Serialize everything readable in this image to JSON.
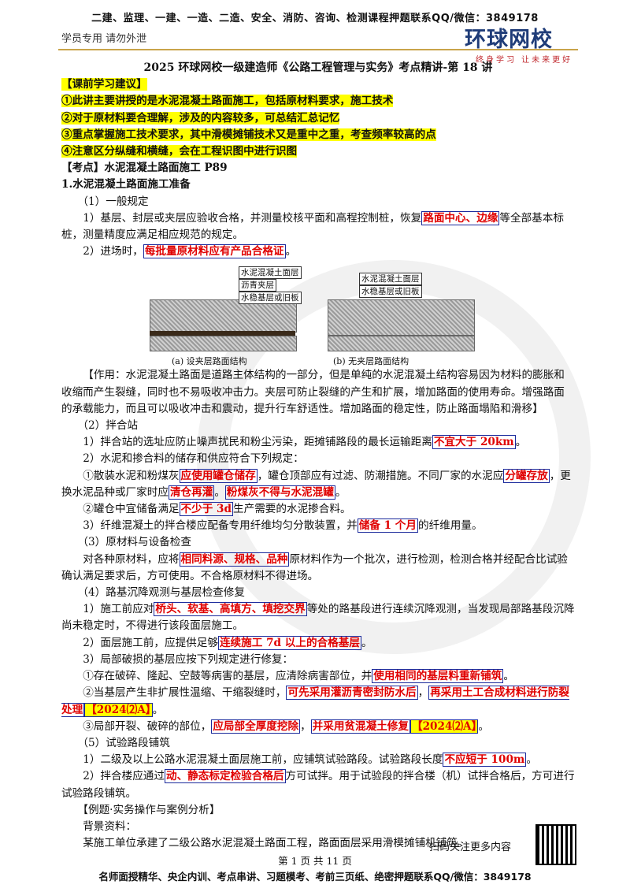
{
  "header": {
    "banner": "二建、监理、一建、一造、二造、安全、消防、咨询、检测课程押题联系QQ/微信：3849178",
    "student_note": "学员专用 请勿外泄",
    "logo_name": "环球网校",
    "logo_slogan": "终身学习 让未来更好"
  },
  "doc": {
    "title": "2025 环球网校一级建造师《公路工程管理与实务》考点精讲-第 18 讲",
    "advice_heading": "【课前学习建议】",
    "advice": [
      "①此讲主要讲授的是水泥混凝土路面施工，包括原材料要求，施工技术",
      "②对于原材料要合理解，涉及的内容较多，可总结汇总记忆",
      "③重点掌握施工技术要求，其中滑模摊铺技术又是重中之重，考查频率较高的点",
      "④注意区分纵缝和横缝，会在工程识图中进行识图"
    ],
    "kaodian": "【考点】水泥混凝土路面施工   P89",
    "s1": "1.水泥混凝土路面施工准备",
    "s1_1": "（1）一般规定",
    "p1a": "1）基层、封层或夹层应验收合格，并测量校核平面和高程控制桩，恢复",
    "p1b": "路面中心、边缘",
    "p1c": "等全部基本标桩，测量精度应满足相应规范的规定。",
    "p2a": "2）进场时，",
    "p2b": "每批量原材料应有产品合格证",
    "p2c": "。",
    "fig": {
      "a_labels": [
        "水泥混凝土面层",
        "沥青夹层",
        "水稳基层或旧板"
      ],
      "b_labels": [
        "水泥混凝土面层",
        "水稳基层或旧板"
      ],
      "a_caption": "(a) 设夹层路面结构",
      "b_caption": "(b) 无夹层路面结构"
    },
    "zuoyong": "【作用：水泥混凝土路面是道路主体结构的一部分，但是单纯的水泥混凝土结构容易因为材料的膨胀和收缩而产生裂缝，同时也不易吸收冲击力。夹层可防止裂缝的产生和扩展，增加路面的使用寿命。增强路面的承载能力，而且可以吸收冲击和震动，提升行车舒适性。增加路面的稳定性，防止路面塌陷和滑移】",
    "s1_2": "（2）拌合站",
    "q1a": "1）拌合站的选址应防止噪声扰民和粉尘污染，距摊铺路段的最长运输距离",
    "q1b": "不宜大于 20km",
    "q1c": "。",
    "q2": "2）水泥和掺合料的储存和供应符合下列规定：",
    "q3a": "①散装水泥和粉煤灰",
    "q3b": "应使用罐仓储存",
    "q3c": "，罐仓顶部应有过滤、防潮措施。不同厂家的水泥应",
    "q3d": "分罐存放",
    "q3e": "，更换水泥品种或厂家时应",
    "q3f": "清仓再灌",
    "q3g": "。",
    "q3h": "粉煤灰不得与水泥混罐",
    "q3i": "。",
    "q4a": "②罐仓中宜储备满足",
    "q4b": "不少于 3d",
    "q4c": "生产需要的水泥掺合料。",
    "q5a": "3）纤维混凝土的拌合楼应配备专用纤维均匀分散装置，并",
    "q5b": "储备 1 个月",
    "q5c": "的纤维用量。",
    "s1_3": "（3）原材料与设备检查",
    "r1a": "对各种原材料，应将",
    "r1b": "相同料源、规格、品种",
    "r1c": "原材料作为一个批次，进行检测，检测合格并经配合比试验确认满足要求后，方可使用。不合格原材料不得进场。",
    "s1_4": "（4）路基沉降观测与基层检查修复",
    "t1a": "1）施工前应对",
    "t1b": "桥头、软基、高填方、填挖交界",
    "t1c": "等处的路基段进行连续沉降观测，当发现局部路基段沉降尚未稳定时，不得进行该段面层施工。",
    "t2a": "2）面层施工前，应提供足够",
    "t2b": "连续施工 7d 以上的合格基层",
    "t2c": "。",
    "t3": "3）局部破损的基层应按下列规定进行修复：",
    "t4a": "①存在破碎、隆起、空鼓等病害的基层，应清除病害部位，并",
    "t4b": "使用相同的基层料重新铺筑",
    "t4c": "。",
    "t5a": "②当基层产生非扩展性温缩、干缩裂缝时，",
    "t5b": "可先采用灌沥青密封防水后",
    "t5c": "，",
    "t5d": "再采用土工合成材料进行防裂处理",
    "t5e": "【2024⑵A】",
    "t5f": "。",
    "t6a": "③局部开裂、破碎的部位，",
    "t6b": "应局部全厚度挖除",
    "t6c": "，",
    "t6d": "并采用贫混凝土修复",
    "t6e": "【2024⑵A】",
    "t6f": "。",
    "s1_5": "（5）试验路段铺筑",
    "u1a": "1）二级及以上公路水泥混凝土面层施工前，应铺筑试验路段。试验路段长度",
    "u1b": "不应短于 100m",
    "u1c": "。",
    "u2a": "2）拌合楼应通过",
    "u2b": "动、静态标定检验合格后",
    "u2c": "方可试拌。用于试验段的拌合楼（机）试拌合格后，方可进行试验路段铺筑。",
    "example": "【例题·实务操作与案例分析】",
    "bg": "背景资料：",
    "bg1": "某施工单位承建了二级公路水泥混凝土路面工程，路面面层采用滑模摊铺机铺筑。"
  },
  "footer": {
    "scan": "扫码关注更多内容",
    "page": "第 1 页 共 11 页",
    "bottom": "名师面授精华、央企内训、考点串讲、习题模考、考前三页纸、绝密押题联系QQ/微信：3849178"
  }
}
